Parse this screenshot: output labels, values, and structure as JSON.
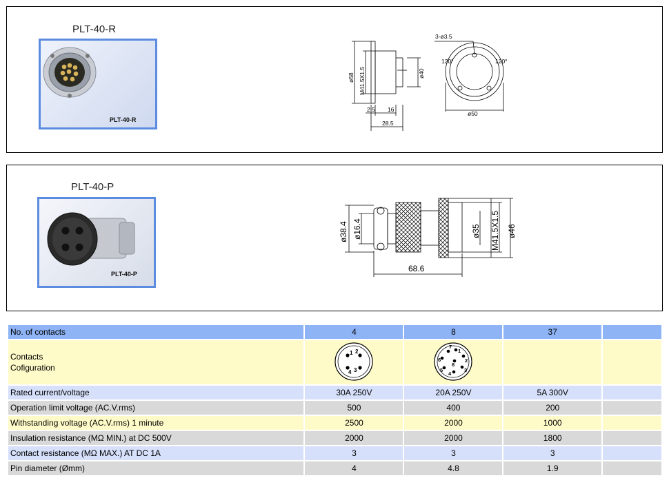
{
  "products": [
    {
      "title": "PLT-40-R",
      "photo_label": "PLT-40-R",
      "drawing": {
        "dims": [
          "3-ø3.5",
          "120°",
          "120°",
          "ø58",
          "M41.5X1.5",
          "ø40",
          "2.5",
          "16",
          "28.5",
          "ø50"
        ]
      }
    },
    {
      "title": "PLT-40-P",
      "photo_label": "PLT-40-P",
      "drawing": {
        "dims": [
          "ø38.4",
          "ø16.4",
          "ø35",
          "M41.5X1.5",
          "ø46",
          "68.6"
        ]
      }
    }
  ],
  "table": {
    "header": {
      "label": "No. of contacts",
      "values": [
        "4",
        "8",
        "37"
      ]
    },
    "config": {
      "label_lines": [
        "Contacts",
        "Cofiguration"
      ],
      "diagram4_pins": [
        "1",
        "2",
        "3",
        "4"
      ],
      "diagram8_pins": [
        "1",
        "2",
        "3",
        "4",
        "5",
        "6",
        "7",
        "8"
      ]
    },
    "rows": [
      {
        "label": "Rated current/voltage",
        "values": [
          "30A 250V",
          "20A 250V",
          "5A 300V"
        ],
        "style": "blue"
      },
      {
        "label": "Operation limit voltage (AC.V.rms)",
        "values": [
          "500",
          "400",
          "200"
        ],
        "style": "grey"
      },
      {
        "label": "Withstanding voltage (AC.V.rms) 1 minute",
        "values": [
          "2500",
          "2000",
          "1000"
        ],
        "style": "yel"
      },
      {
        "label": "Insulation resistance (MΩ MIN.) at DC 500V",
        "values": [
          "2000",
          "2000",
          "1800"
        ],
        "style": "grey"
      },
      {
        "label": "Contact resistance (MΩ MAX.) AT DC 1A",
        "values": [
          "3",
          "3",
          "3"
        ],
        "style": "blue"
      },
      {
        "label": "Pin diameter (Ømm)",
        "values": [
          "4",
          "4.8",
          "1.9"
        ],
        "style": "grey"
      }
    ]
  }
}
